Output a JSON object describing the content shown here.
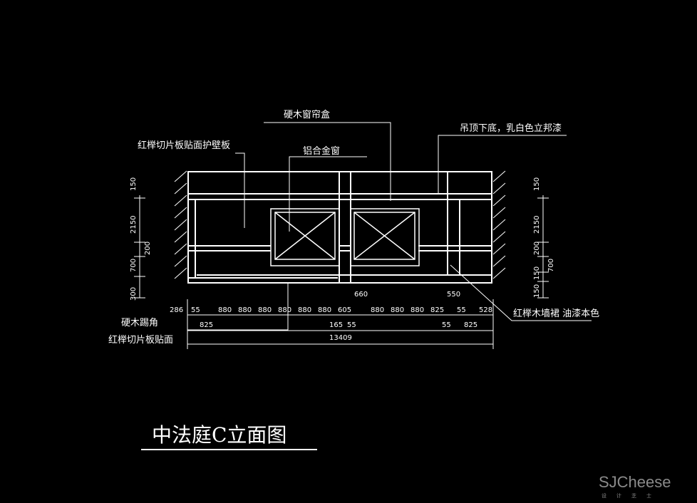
{
  "title": "中法庭C立面图",
  "labels": {
    "curtain_box": "硬木窗帘盒",
    "ceiling": "吊顶下底，乳白色立邦漆",
    "wall_panel": "红榉切片板贴面护壁板",
    "window": "铝合金窗",
    "skirting": "红榉木墙裙 油漆本色",
    "corner": "硬木踢角",
    "veneer": "红榉切片板贴面"
  },
  "dims_left": [
    "150",
    "2150",
    "200",
    "700",
    "300"
  ],
  "dims_right": [
    "150",
    "2150",
    "200",
    "150",
    "700",
    "150"
  ],
  "dims_bottom_row1": [
    "286",
    "55",
    "880",
    "880",
    "880",
    "880",
    "880",
    "880",
    "605",
    "880",
    "880",
    "880",
    "825",
    "55",
    "528"
  ],
  "dims_bottom_row2": [
    "825",
    "165",
    "55",
    "55",
    "825"
  ],
  "dims_top": [
    "660",
    "550"
  ],
  "dim_total": "13409",
  "watermark": {
    "brand": "SJCheese",
    "sub": "设计芝士"
  }
}
